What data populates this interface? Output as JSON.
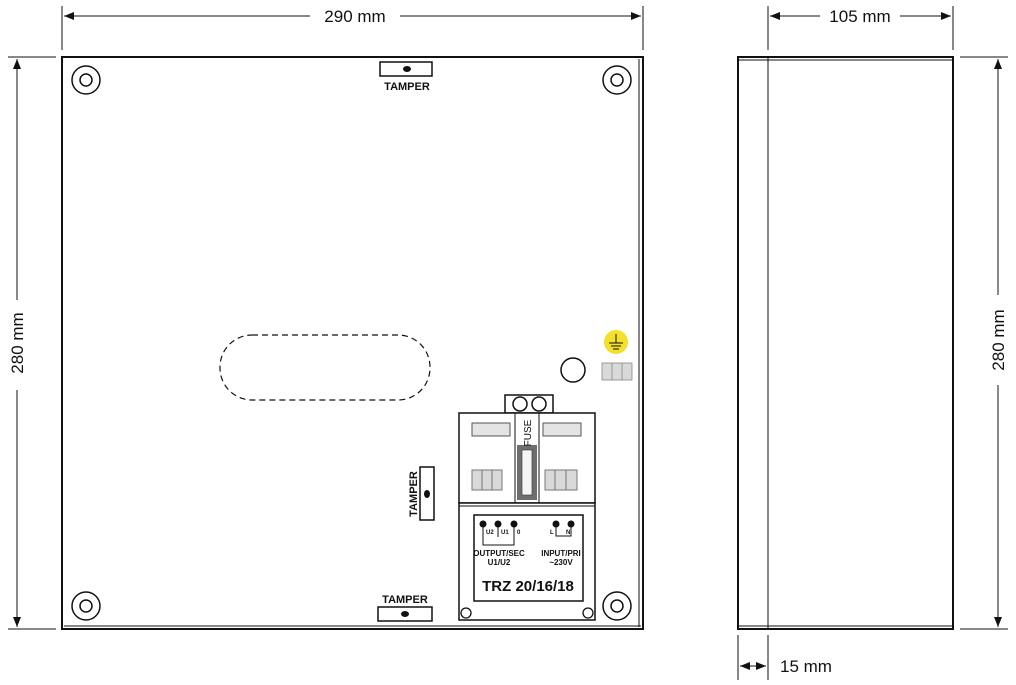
{
  "dimensions": {
    "front_width": "290 mm",
    "front_height": "280 mm",
    "side_depth": "105 mm",
    "side_height": "280 mm",
    "side_lip": "15 mm"
  },
  "tamper_labels": {
    "top": "TAMPER",
    "left": "TAMPER",
    "bottom": "TAMPER"
  },
  "transformer": {
    "fuse_label": "FUSE",
    "terminals": [
      "U2",
      "U1",
      "0",
      "L",
      "N"
    ],
    "output_label": "OUTPUT/SEC",
    "output_sub": "U1/U2",
    "input_label": "INPUT/PRI",
    "input_sub": "~230V",
    "model": "TRZ 20/16/18"
  },
  "colors": {
    "earth": "#f2e02a",
    "terminal": "#d9d9d9",
    "fuse": "#6e6e6e"
  }
}
